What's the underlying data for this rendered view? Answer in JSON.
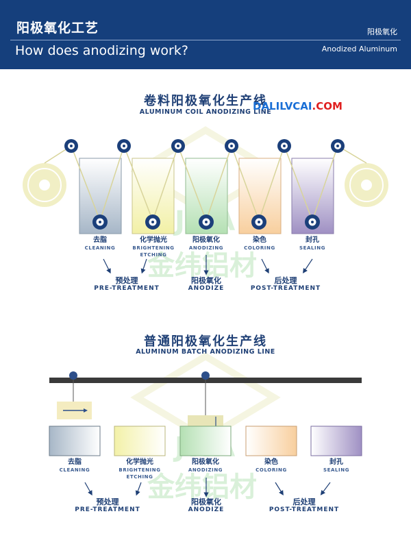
{
  "header": {
    "title_cn": "阳极氧化工艺",
    "subtitle_cn": "阳极氧化",
    "title_en": "How does anodizing work?",
    "subtitle_en": "Anodized Aluminum"
  },
  "watermark": {
    "site": "DALILVCAI",
    "dot_com": ".COM"
  },
  "coil": {
    "title_cn": "卷料阳极氧化生产线",
    "title_en": "ALUMINUM COIL ANODIZING LINE",
    "tanks": [
      {
        "cn": "去脂",
        "en": "CLEANING",
        "en2": ""
      },
      {
        "cn": "化学抛光",
        "en": "BRIGHTENING",
        "en2": "ETCHING"
      },
      {
        "cn": "阳极氧化",
        "en": "ANODIZING",
        "en2": ""
      },
      {
        "cn": "染色",
        "en": "COLORING",
        "en2": ""
      },
      {
        "cn": "封孔",
        "en": "SEALING",
        "en2": ""
      }
    ],
    "groups": [
      {
        "cn": "预处理",
        "en": "PRE-TREATMENT"
      },
      {
        "cn": "阳极氧化",
        "en": "ANODIZE"
      },
      {
        "cn": "后处理",
        "en": "POST-TREATMENT"
      }
    ]
  },
  "batch": {
    "title_cn": "普通阳极氧化生产线",
    "title_en": "ALUMINUM BATCH ANODIZING LINE",
    "tanks": [
      {
        "cn": "去脂",
        "en": "CLEANING",
        "en2": ""
      },
      {
        "cn": "化学抛光",
        "en": "BRIGHTENING",
        "en2": "ETCHING"
      },
      {
        "cn": "阳极氧化",
        "en": "ANODIZING",
        "en2": ""
      },
      {
        "cn": "染色",
        "en": "COLORING",
        "en2": ""
      },
      {
        "cn": "封孔",
        "en": "SEALING",
        "en2": ""
      }
    ],
    "groups": [
      {
        "cn": "预处理",
        "en": "PRE-TREATMENT"
      },
      {
        "cn": "阳极氧化",
        "en": "ANODIZE"
      },
      {
        "cn": "后处理",
        "en": "POST-TREATMENT"
      }
    ]
  },
  "logo": {
    "text_en": "JWA",
    "text_cn": "金纬铝材"
  },
  "colors": {
    "navy": "#153f7c",
    "cleaning": "#aab8c8",
    "brightening": "#f3f1b0",
    "anodizing": "#b9e2b8",
    "coloring": "#f9d5a8",
    "sealing": "#a99bc9"
  }
}
